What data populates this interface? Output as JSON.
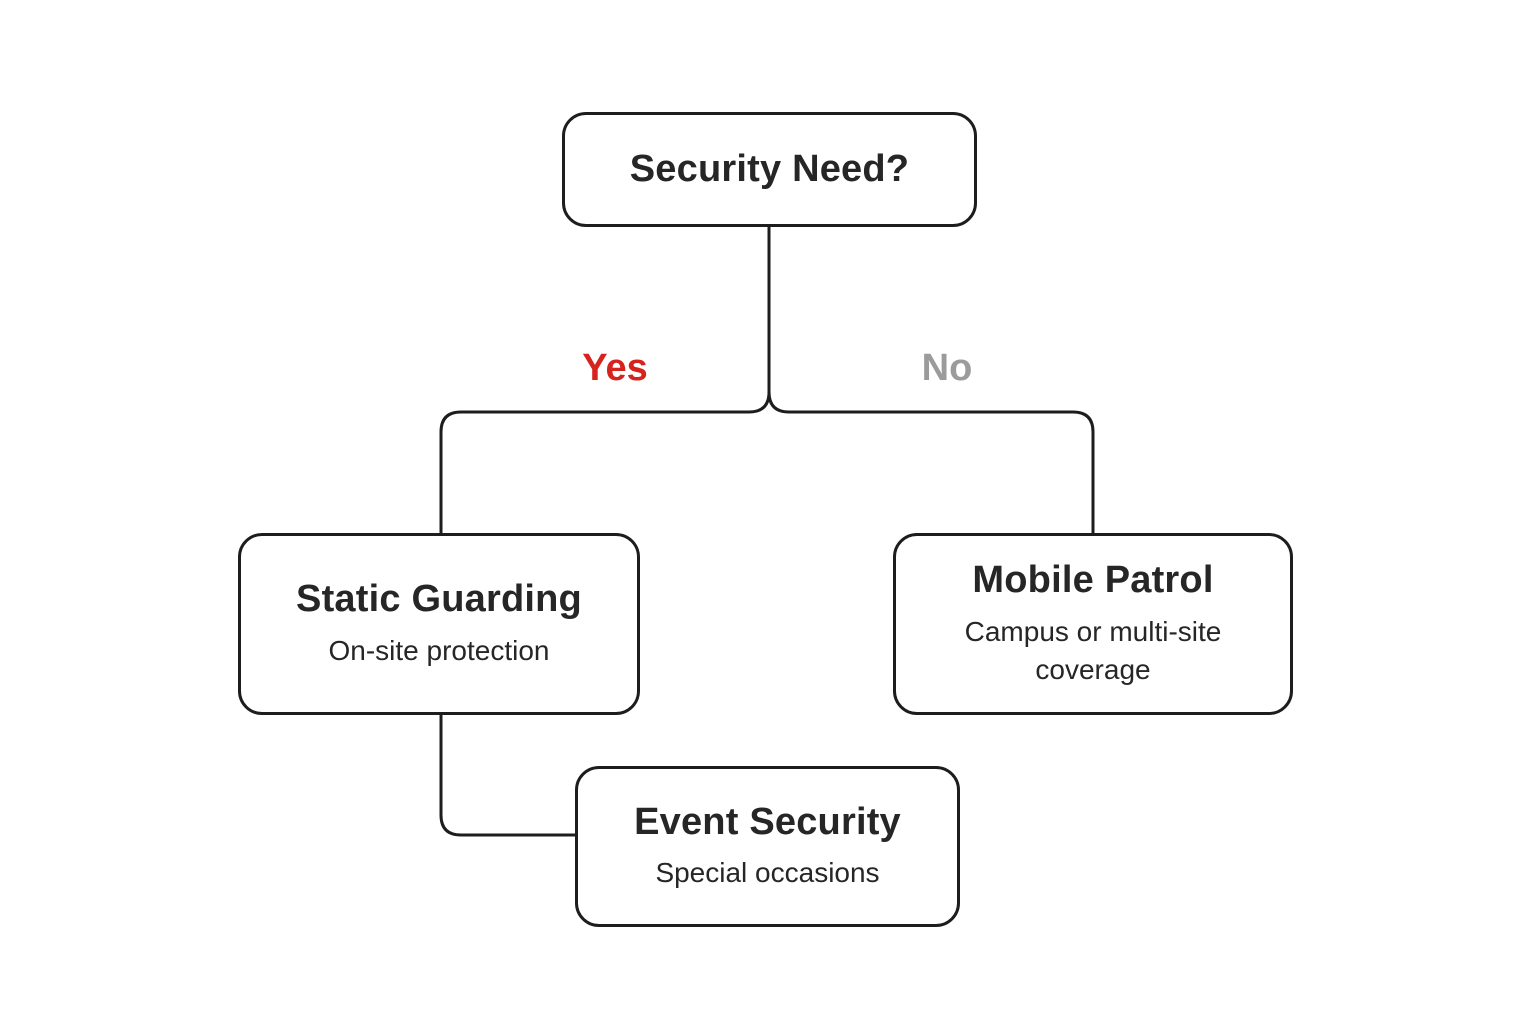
{
  "diagram": {
    "type": "decision-tree-flowchart",
    "root": {
      "label": "Security Need?"
    },
    "branches": [
      {
        "id": "yes",
        "label": "Yes"
      },
      {
        "id": "no",
        "label": "No"
      }
    ],
    "nodes": [
      {
        "id": "static_guarding",
        "title": "Static Guarding",
        "subtitle": "On-site protection",
        "branch": "yes"
      },
      {
        "id": "mobile_patrol",
        "title": "Mobile Patrol",
        "subtitle": "Campus or multi-site coverage",
        "branch": "no"
      },
      {
        "id": "event_security",
        "title": "Event Security",
        "subtitle": "Special occasions",
        "parent": "static_guarding"
      }
    ],
    "colors": {
      "background": "#ffffff",
      "line": "#1d1d1d",
      "text": "#262626",
      "yes": "#d7231e",
      "no": "#9b9b9b"
    }
  }
}
